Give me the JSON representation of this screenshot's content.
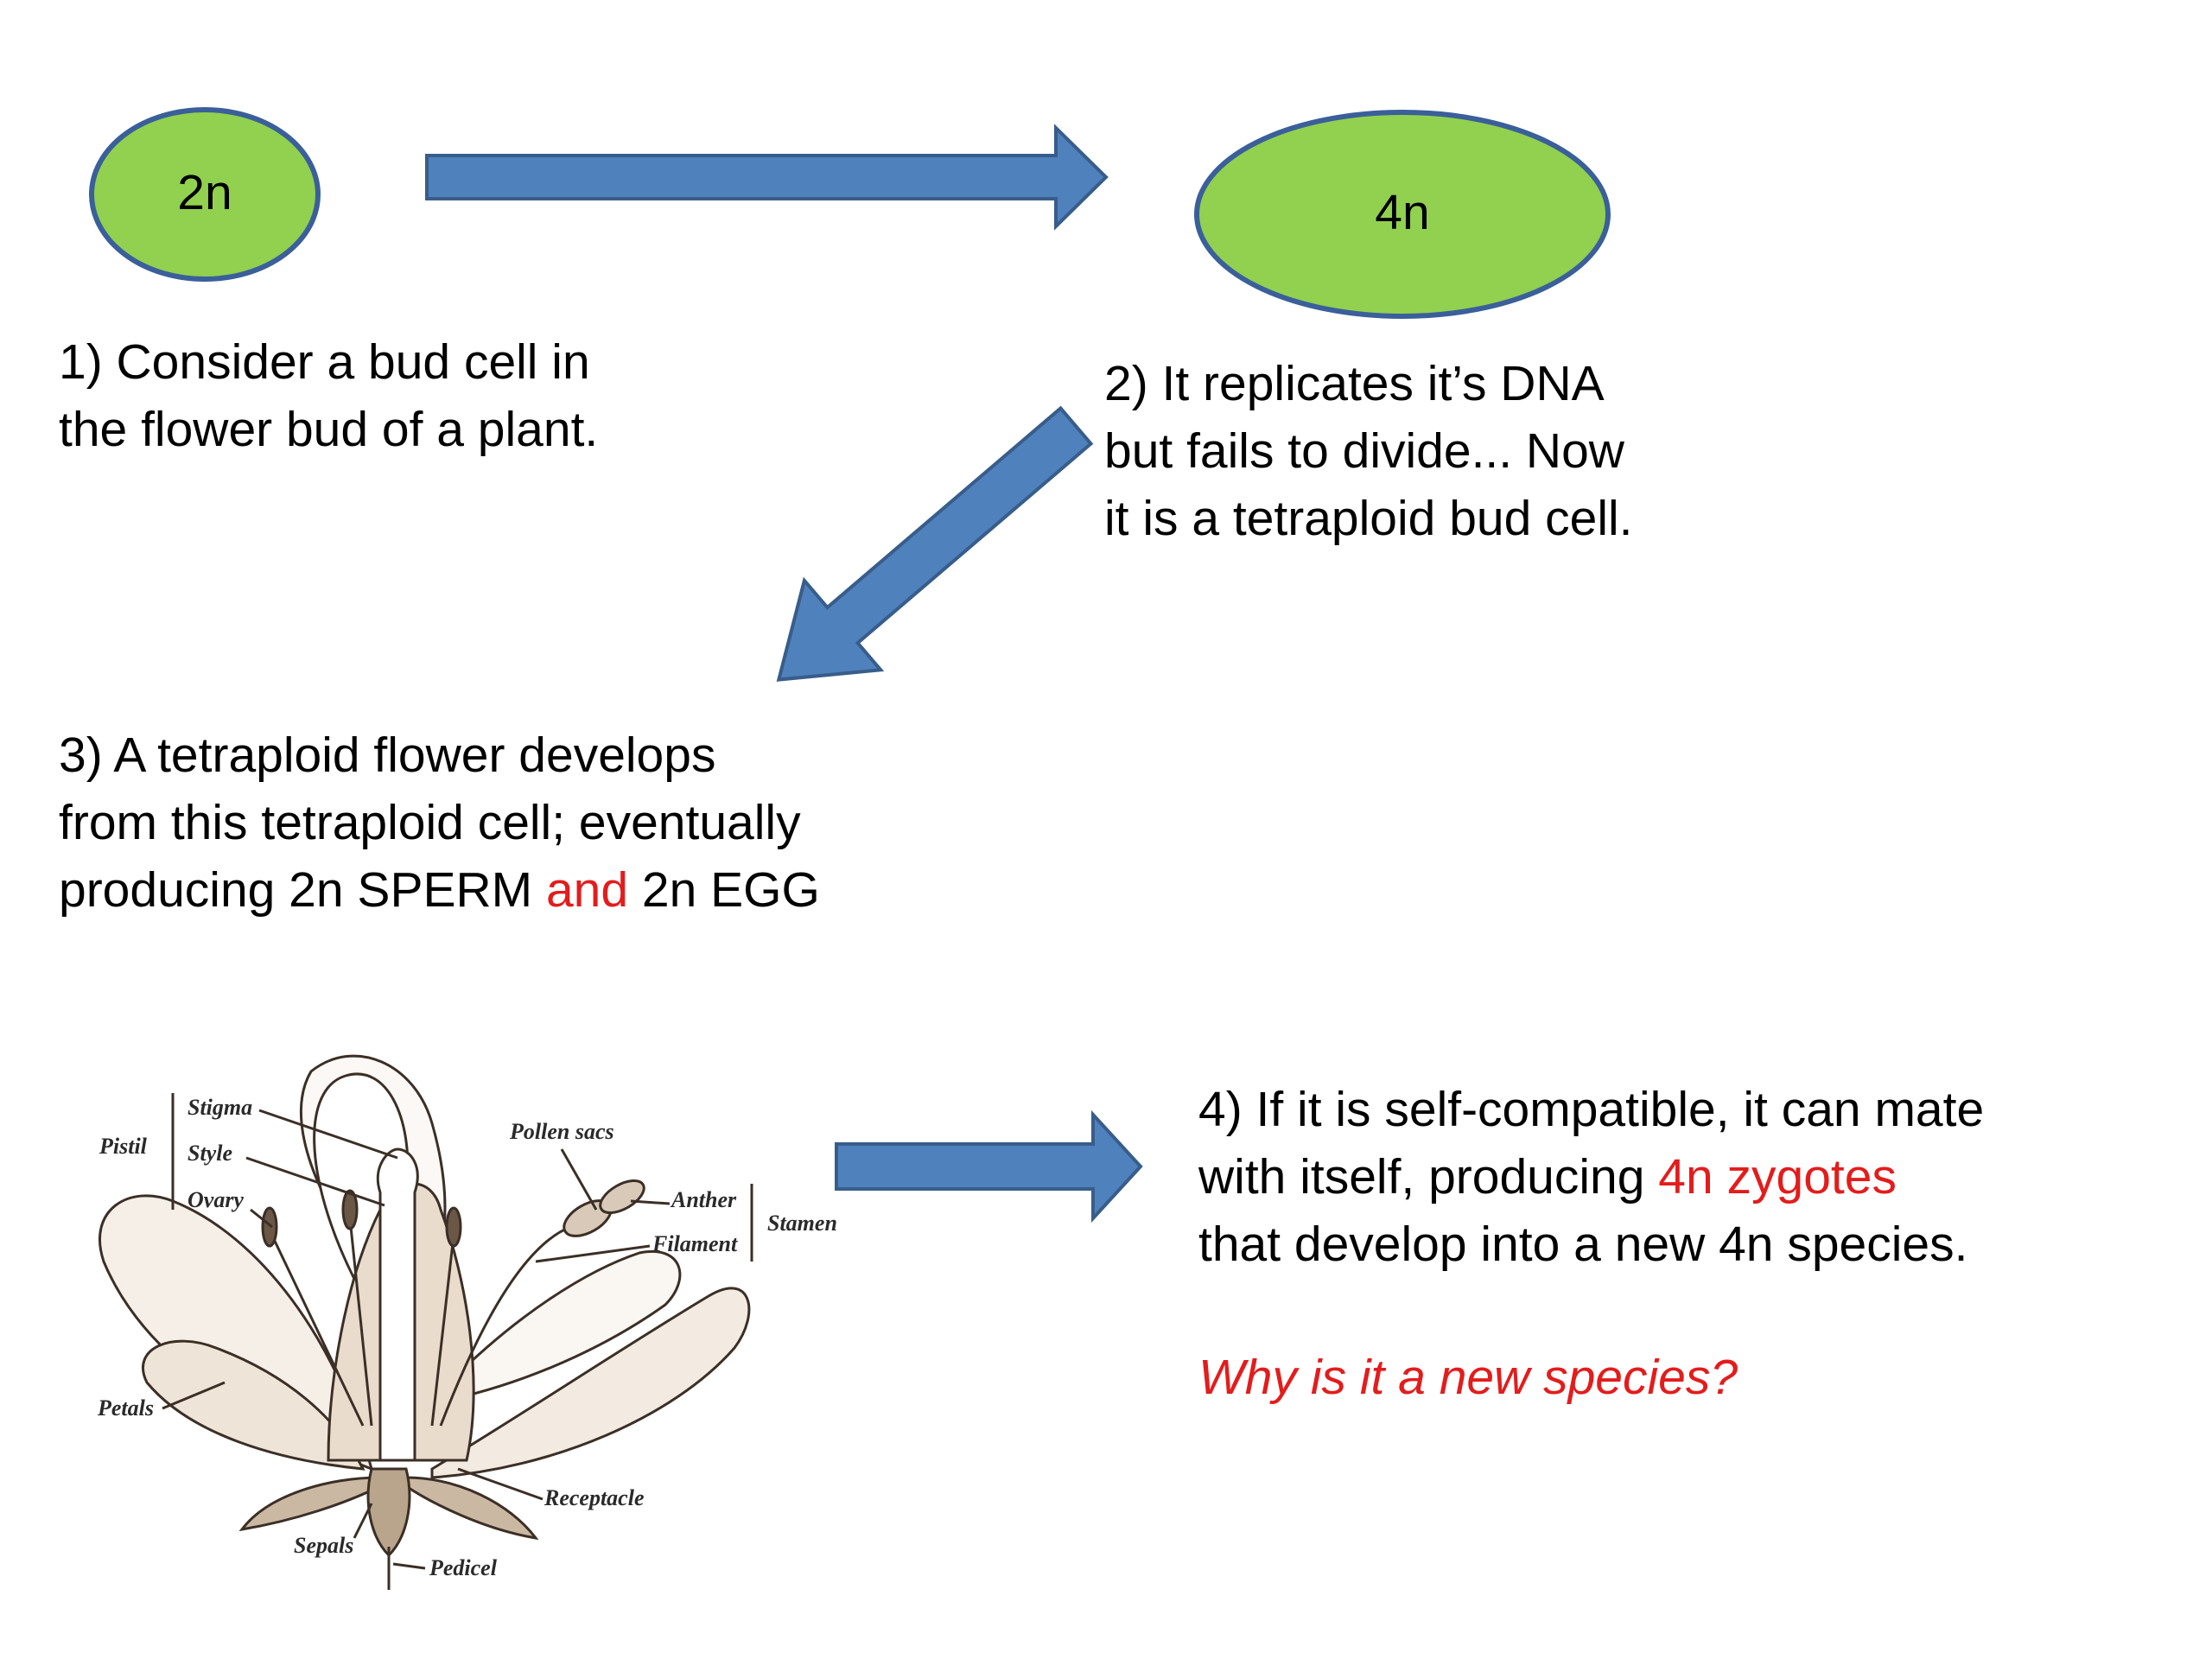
{
  "cells": {
    "diploid": "2n",
    "tetraploid": "4n"
  },
  "steps": {
    "step1": [
      "1) Consider a bud cell in",
      "the flower bud of a plant."
    ],
    "step2": [
      "2) It replicates it’s DNA",
      "but fails to divide... Now",
      "it is a tetraploid bud cell."
    ],
    "step3": {
      "line1": "3) A tetraploid flower develops",
      "line2": "from this tetraploid cell; eventually",
      "line3_a": "producing 2n SPERM ",
      "line3_and": "and",
      "line3_b": " 2n EGG"
    },
    "step4": {
      "line1": "4) If it is self-compatible, it can mate",
      "line2_a": "with itself, producing ",
      "line2_red": "4n zygotes",
      "line3": "that develop into a new 4n species."
    },
    "question": "Why is it a new species?"
  },
  "flower_labels": {
    "pistil": "Pistil",
    "stigma": "Stigma",
    "style": "Style",
    "ovary": "Ovary",
    "pollen_sacs": "Pollen sacs",
    "anther": "Anther",
    "filament": "Filament",
    "stamen": "Stamen",
    "petals": "Petals",
    "receptacle": "Receptacle",
    "sepals": "Sepals",
    "pedicel": "Pedicel"
  },
  "colors": {
    "cell_fill": "#92d050",
    "cell_border": "#3a5f9a",
    "arrow_fill": "#4f81bd",
    "arrow_border": "#385d8a",
    "highlight": "#e31c1c"
  }
}
